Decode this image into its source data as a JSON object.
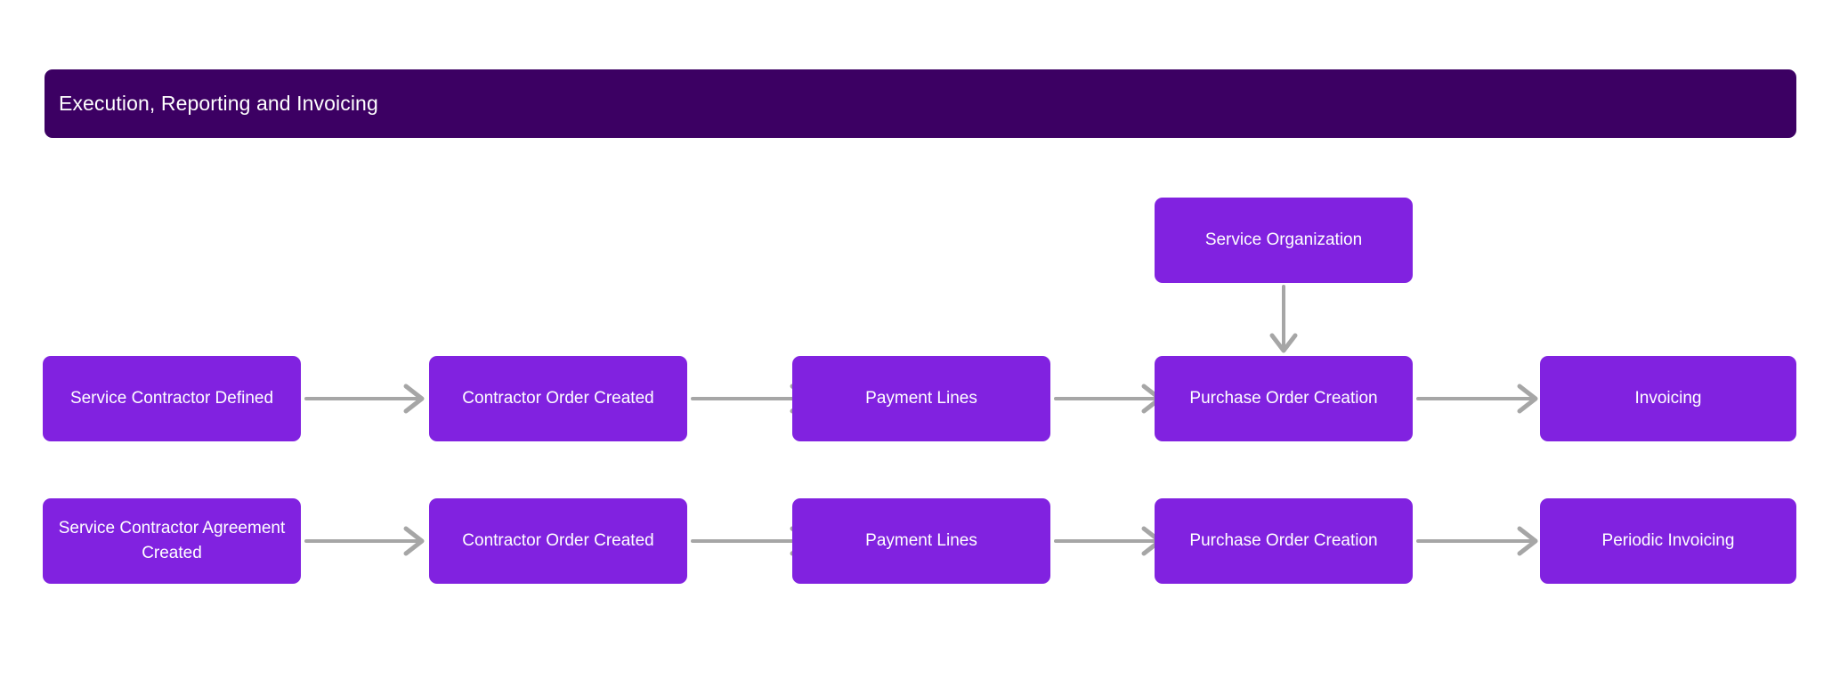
{
  "header": {
    "title": "Execution, Reporting and Invoicing",
    "bg_color": "#3C0063",
    "text_color": "#ffffff"
  },
  "theme": {
    "node_color": "#8122E0",
    "node_text_color": "#ffffff",
    "arrow_color": "#A6A6A6",
    "page_background": "#ffffff"
  },
  "diagram": {
    "type": "flowchart",
    "orientation": "left-to-right",
    "rows": [
      {
        "id": "row-top-standalone",
        "nodes": [
          {
            "id": "service-organization",
            "label": "Service Organization"
          }
        ]
      },
      {
        "id": "row-1",
        "nodes": [
          {
            "id": "service-contractor-defined",
            "label": "Service Contractor Defined"
          },
          {
            "id": "contractor-order-created-1",
            "label": "Contractor Order Created"
          },
          {
            "id": "payment-lines-1",
            "label": "Payment Lines"
          },
          {
            "id": "purchase-order-creation-1",
            "label": "Purchase Order Creation"
          },
          {
            "id": "invoicing",
            "label": "Invoicing"
          }
        ]
      },
      {
        "id": "row-2",
        "nodes": [
          {
            "id": "service-contractor-agreement-created",
            "label": "Service Contractor Agreement\nCreated"
          },
          {
            "id": "contractor-order-created-2",
            "label": "Contractor Order Created"
          },
          {
            "id": "payment-lines-2",
            "label": "Payment Lines"
          },
          {
            "id": "purchase-order-creation-2",
            "label": "Purchase Order Creation"
          },
          {
            "id": "periodic-invoicing",
            "label": "Periodic Invoicing"
          }
        ]
      }
    ],
    "connectors": [
      {
        "id": "c-r1-1",
        "from": "service-contractor-defined",
        "to": "contractor-order-created-1",
        "direction": "right"
      },
      {
        "id": "c-r1-2",
        "from": "contractor-order-created-1",
        "to": "payment-lines-1",
        "direction": "right"
      },
      {
        "id": "c-r1-3",
        "from": "payment-lines-1",
        "to": "purchase-order-creation-1",
        "direction": "right"
      },
      {
        "id": "c-r1-4",
        "from": "purchase-order-creation-1",
        "to": "invoicing",
        "direction": "right"
      },
      {
        "id": "c-vert",
        "from": "service-organization",
        "to": "purchase-order-creation-1",
        "direction": "down"
      },
      {
        "id": "c-r2-1",
        "from": "service-contractor-agreement-created",
        "to": "contractor-order-created-2",
        "direction": "right"
      },
      {
        "id": "c-r2-2",
        "from": "contractor-order-created-2",
        "to": "payment-lines-2",
        "direction": "right"
      },
      {
        "id": "c-r2-3",
        "from": "payment-lines-2",
        "to": "purchase-order-creation-2",
        "direction": "right"
      },
      {
        "id": "c-r2-4",
        "from": "purchase-order-creation-2",
        "to": "periodic-invoicing",
        "direction": "right"
      }
    ]
  }
}
